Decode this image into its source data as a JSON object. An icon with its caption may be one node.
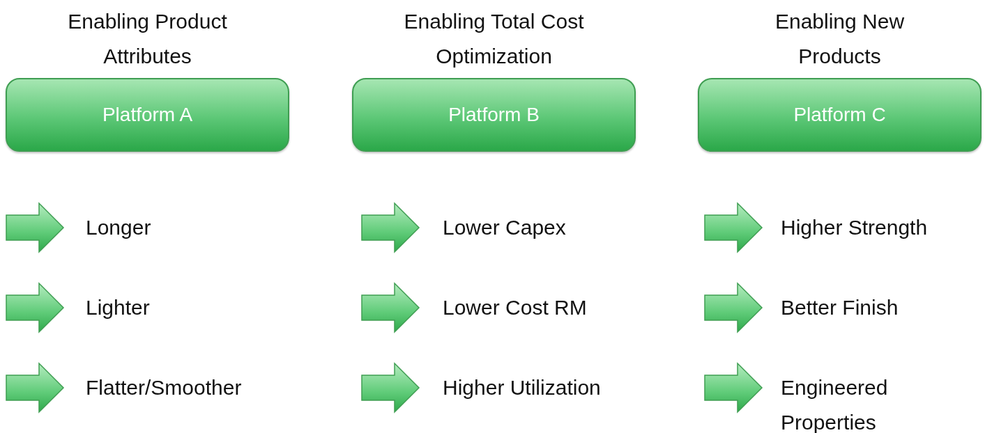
{
  "diagram": {
    "nodes": [
      {
        "text": [
          "Enabling Product Attributes",
          "Platform A"
        ]
      },
      {
        "text": [
          "Enabling Total Cost Optimization",
          "Platform B"
        ]
      },
      {
        "text": [
          "Enabling New Products",
          "Platform C"
        ]
      }
    ],
    "labels": [
      "Longer",
      "Lower Capex",
      "Higher Strength",
      "Lighter",
      "Lower Cost RM",
      "Better Finish",
      "Flatter/Smoother",
      "Higher Utilization",
      "Engineered Properties"
    ]
  }
}
